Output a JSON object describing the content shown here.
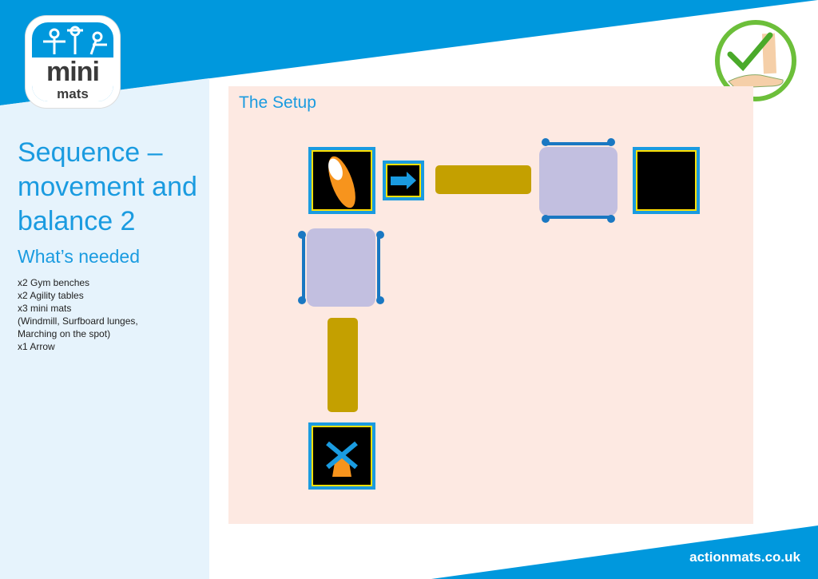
{
  "logo": {
    "line1": "mini",
    "line2": "mats"
  },
  "title": "Sequence – movement and balance 2",
  "subtitle": "What’s needed",
  "items": [
    "x2 Gym benches",
    "x2 Agility tables",
    "x3 mini mats",
    "(Windmill, Surfboard lunges,",
    "Marching on the spot)",
    "x1 Arrow"
  ],
  "setup_title": "The Setup",
  "footer_url": "actionmats.co.uk",
  "colors": {
    "brand_blue": "#0098dd",
    "panel": "#e6f3fc",
    "setup_bg": "#fde9e2",
    "bench": "#c4a000",
    "table": "#c2bfe0"
  }
}
